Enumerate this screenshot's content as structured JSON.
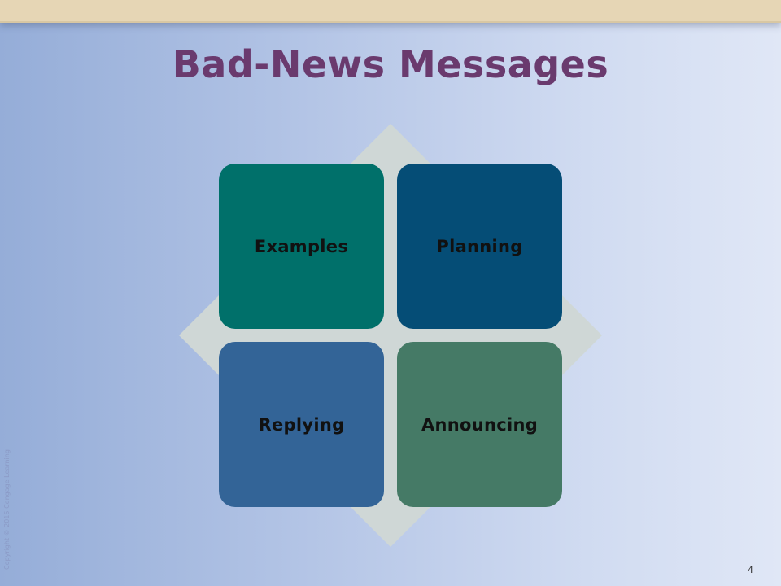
{
  "slide": {
    "title": "Bad-News Messages",
    "copyright": "Copyright © 2015 Cengage Learning",
    "page_number": "4"
  },
  "diagram": {
    "type": "matrix",
    "background_color": "#cfd7d6",
    "items": [
      {
        "label": "Examples",
        "color": "#00706a"
      },
      {
        "label": "Planning",
        "color": "#054d76"
      },
      {
        "label": "Replying",
        "color": "#336497"
      },
      {
        "label": "Announcing",
        "color": "#457a66"
      }
    ]
  }
}
